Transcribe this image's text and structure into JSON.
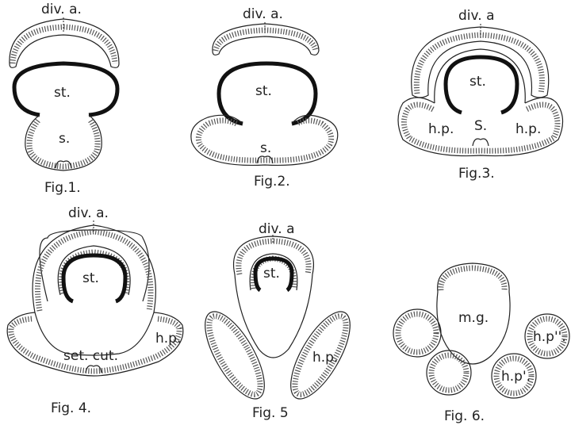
{
  "figures": [
    {
      "caption": "Fig.1.",
      "labels": {
        "div_a": "div. a.",
        "st": "st.",
        "s": "s."
      }
    },
    {
      "caption": "Fig.2.",
      "labels": {
        "div_a": "div. a.",
        "st": "st.",
        "s": "s."
      }
    },
    {
      "caption": "Fig.3.",
      "labels": {
        "div_a": "div. a",
        "st": "st.",
        "s": "S.",
        "hp_left": "h.p.",
        "hp_right": "h.p."
      }
    },
    {
      "caption": "Fig. 4.",
      "labels": {
        "div_a": "div. a.",
        "st": "st.",
        "hp": "h.p.",
        "set_cut": "set. cut."
      }
    },
    {
      "caption": "Fig. 5",
      "labels": {
        "div_a": "div. a",
        "st": "st.",
        "hp": "h.p."
      }
    },
    {
      "caption": "Fig. 6.",
      "labels": {
        "mg": "m.g.",
        "hp1": "h.p'.",
        "hp2": "h.p''."
      }
    }
  ]
}
